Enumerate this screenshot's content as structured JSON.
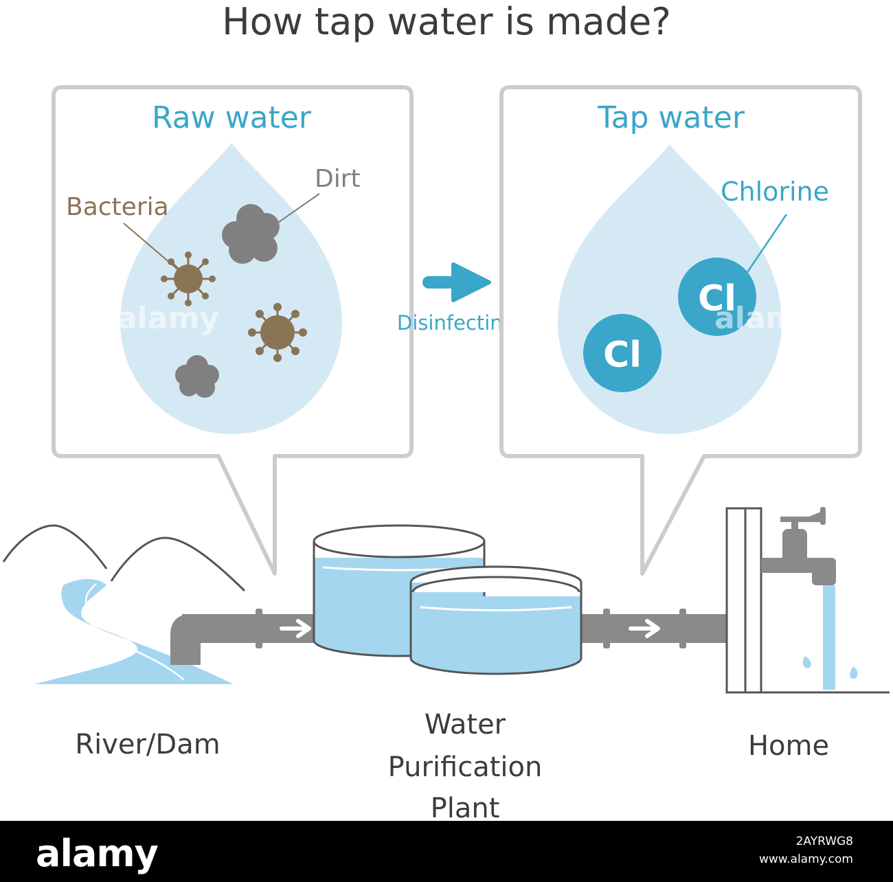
{
  "title": "How tap water is made?",
  "raw_panel": {
    "heading": "Raw water",
    "label_dirt": "Dirt",
    "label_bacteria": "Bacteria"
  },
  "tap_panel": {
    "heading": "Tap water",
    "label_chlorine": "Chlorine",
    "chlorine_symbol": "Cl"
  },
  "process": {
    "arrow_label": "Disinfecting"
  },
  "stations": {
    "river": "River/Dam",
    "plant_line1": "Water",
    "plant_line2": "Purification",
    "plant_line3": "Plant",
    "home": "Home"
  },
  "watermark": "alamy",
  "footer": {
    "logo": "alamy",
    "image_id": "2AYRWG8",
    "url": "www.alamy.com"
  },
  "colors": {
    "heading_blue": "#3aa6c9",
    "bacteria_brown": "#8a7456",
    "dirt_gray": "#808080",
    "drop_fill": "#d5e9f5",
    "chlorine_blue": "#3aa6c9",
    "water_blue": "#a4d6f0",
    "pipe_gray": "#8a8a8a",
    "text_dark": "#3c3c3c"
  }
}
